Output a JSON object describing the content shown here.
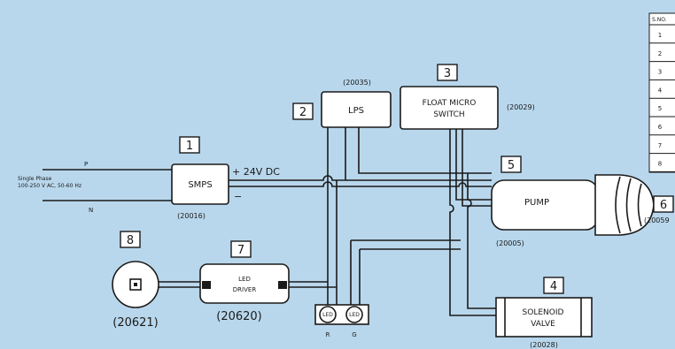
{
  "components": {
    "smps": {
      "number": "1",
      "label": "SMPS",
      "code": "(20016)"
    },
    "lps": {
      "number": "2",
      "label": "LPS",
      "code": "(20035)"
    },
    "float_switch": {
      "number": "3",
      "label_line1": "FLOAT  MICRO",
      "label_line2": "SWITCH",
      "code": "(20029)"
    },
    "solenoid": {
      "number": "4",
      "label_line1": "SOLENOID",
      "label_line2": "VALVE",
      "code": "(20028)"
    },
    "pump": {
      "number": "5",
      "label": "PUMP",
      "code": "(20005)"
    },
    "unit6": {
      "number": "6",
      "code": "(20059"
    },
    "led_driver": {
      "number": "7",
      "label_line1": "LED",
      "label_line2": "DRIVER",
      "code": "(20620)"
    },
    "light": {
      "number": "8",
      "code": "(20621)"
    }
  },
  "supply": {
    "phase_line1": "Single Phase",
    "phase_line2": "100-250 V AC, 50-60 Hz",
    "p_label": "P",
    "n_label": "N",
    "plus_label": "+ 24V DC",
    "minus_label": "−"
  },
  "leds": {
    "led1": {
      "text": "LED",
      "letter": "R"
    },
    "led2": {
      "text": "LED",
      "letter": "G"
    }
  },
  "table": {
    "header": "S.NO.",
    "rows": [
      "1",
      "2",
      "3",
      "4",
      "5",
      "6",
      "7",
      "8"
    ]
  }
}
